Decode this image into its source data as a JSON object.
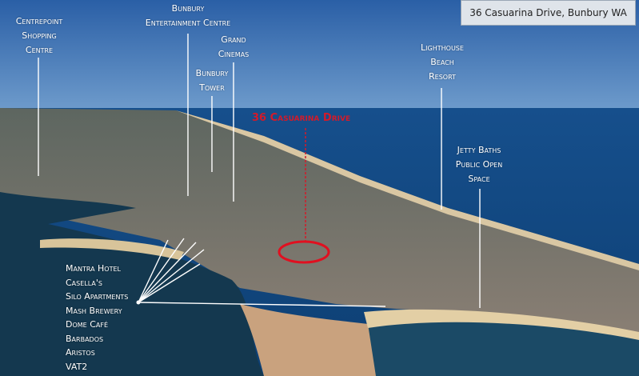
{
  "title_box": "36 Casuarina Drive, Bunbury  WA",
  "subject_label": "36 Casuarina Drive",
  "labels": {
    "centrepoint": [
      "Centrepoint",
      "Shopping",
      "Centre"
    ],
    "entertainment": [
      "Bunbury",
      "Entertainment Centre"
    ],
    "cinemas": [
      "Grand",
      "Cinemas"
    ],
    "tower": [
      "Bunbury",
      "Tower"
    ],
    "lighthouse": [
      "Lighthouse",
      "Beach",
      "Resort"
    ],
    "jetty": [
      "Jetty Baths",
      "Public Open",
      "Space"
    ]
  },
  "marina_list": [
    "Mantra Hotel",
    "Casella's",
    "Silo Apartments",
    "Mash Brewery",
    "Dome Café",
    "Barbados",
    "Aristos",
    "VAT2"
  ],
  "colors": {
    "accent": "#d31a2a",
    "sky": "#2f69ad",
    "ocean": "#0f4a86"
  }
}
